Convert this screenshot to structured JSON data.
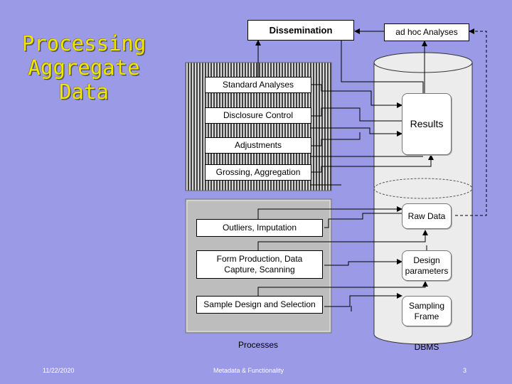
{
  "slide": {
    "title_lines": [
      "Processing",
      "Aggregate",
      "Data"
    ],
    "footer_date": "11/22/2020",
    "footer_center": "Metadata & Functionality",
    "footer_page": "3"
  },
  "diagram": {
    "dissemination": "Dissemination",
    "ad_hoc_analyses": "ad hoc Analyses",
    "aggregate_steps": {
      "standard_analyses": "Standard Analyses",
      "disclosure_control": "Disclosure Control",
      "adjustments": "Adjustments",
      "grossing_aggregation": "Grossing, Aggregation"
    },
    "process_steps": {
      "outliers_imputation": "Outliers, Imputation",
      "form_production_line1": "Form Production, Data",
      "form_production_line2": "Capture, Scanning",
      "sample_design": "Sample Design and Selection"
    },
    "processes_label": "Processes",
    "dbms_label": "DBMS",
    "stores": {
      "results": "Results",
      "raw_data": "Raw Data",
      "design_parameters_line1": "Design",
      "design_parameters_line2": "parameters",
      "sampling_frame_line1": "Sampling",
      "sampling_frame_line2": "Frame"
    }
  }
}
